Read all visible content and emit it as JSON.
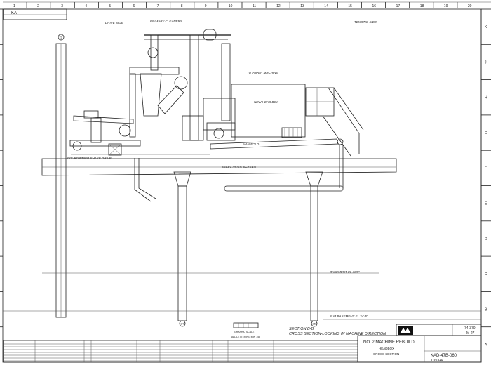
{
  "border": {
    "columns": [
      "1",
      "2",
      "3",
      "4",
      "5",
      "6",
      "7",
      "8",
      "9",
      "10",
      "11",
      "12",
      "13",
      "14",
      "15",
      "16",
      "17",
      "18",
      "19",
      "20"
    ],
    "rows": [
      "K",
      "J",
      "H",
      "G",
      "F",
      "E",
      "D",
      "C",
      "B",
      "A"
    ]
  },
  "corner_stamp": {
    "code": "KA"
  },
  "labels": {
    "drive_side": "DRIVE SIDE",
    "tending_side": "TENDING SIDE",
    "primary_cleaners": "PRIMARY CLEANERS",
    "to_paper_machine": "TO PAPER MACHINE",
    "new_head_box": "NEW HEAD BOX",
    "manifold": "MANIFOLD",
    "selectifier_screen": "SELECTIFIER SCREEN",
    "fourdrinier_shake_drive": "FOURDRINIER SHAKE DRIVE",
    "basement": "BASEMENT EL 30'0\"",
    "sub_basement": "SUB BASEMENT EL 24'-5\""
  },
  "column_markers": [
    "22",
    "24",
    "26"
  ],
  "scale": {
    "title": "GRAPHIC SCALE",
    "note": "ALL LETTERING MIN 1/8\""
  },
  "section": {
    "title": "SECTION B-B",
    "subtitle": "CROSS SECTION-LOOKING IN MACHINE DIRECTION"
  },
  "title_block": {
    "project": "NO. 2 MACHINE REBUILD",
    "line1": "HEADBOX",
    "line2": "CROSS SECTION",
    "drawing_no": "KAD-47B-060",
    "sub_no": "116/3-A",
    "ref_top": "74-370",
    "ref_bottom": "M-27"
  }
}
